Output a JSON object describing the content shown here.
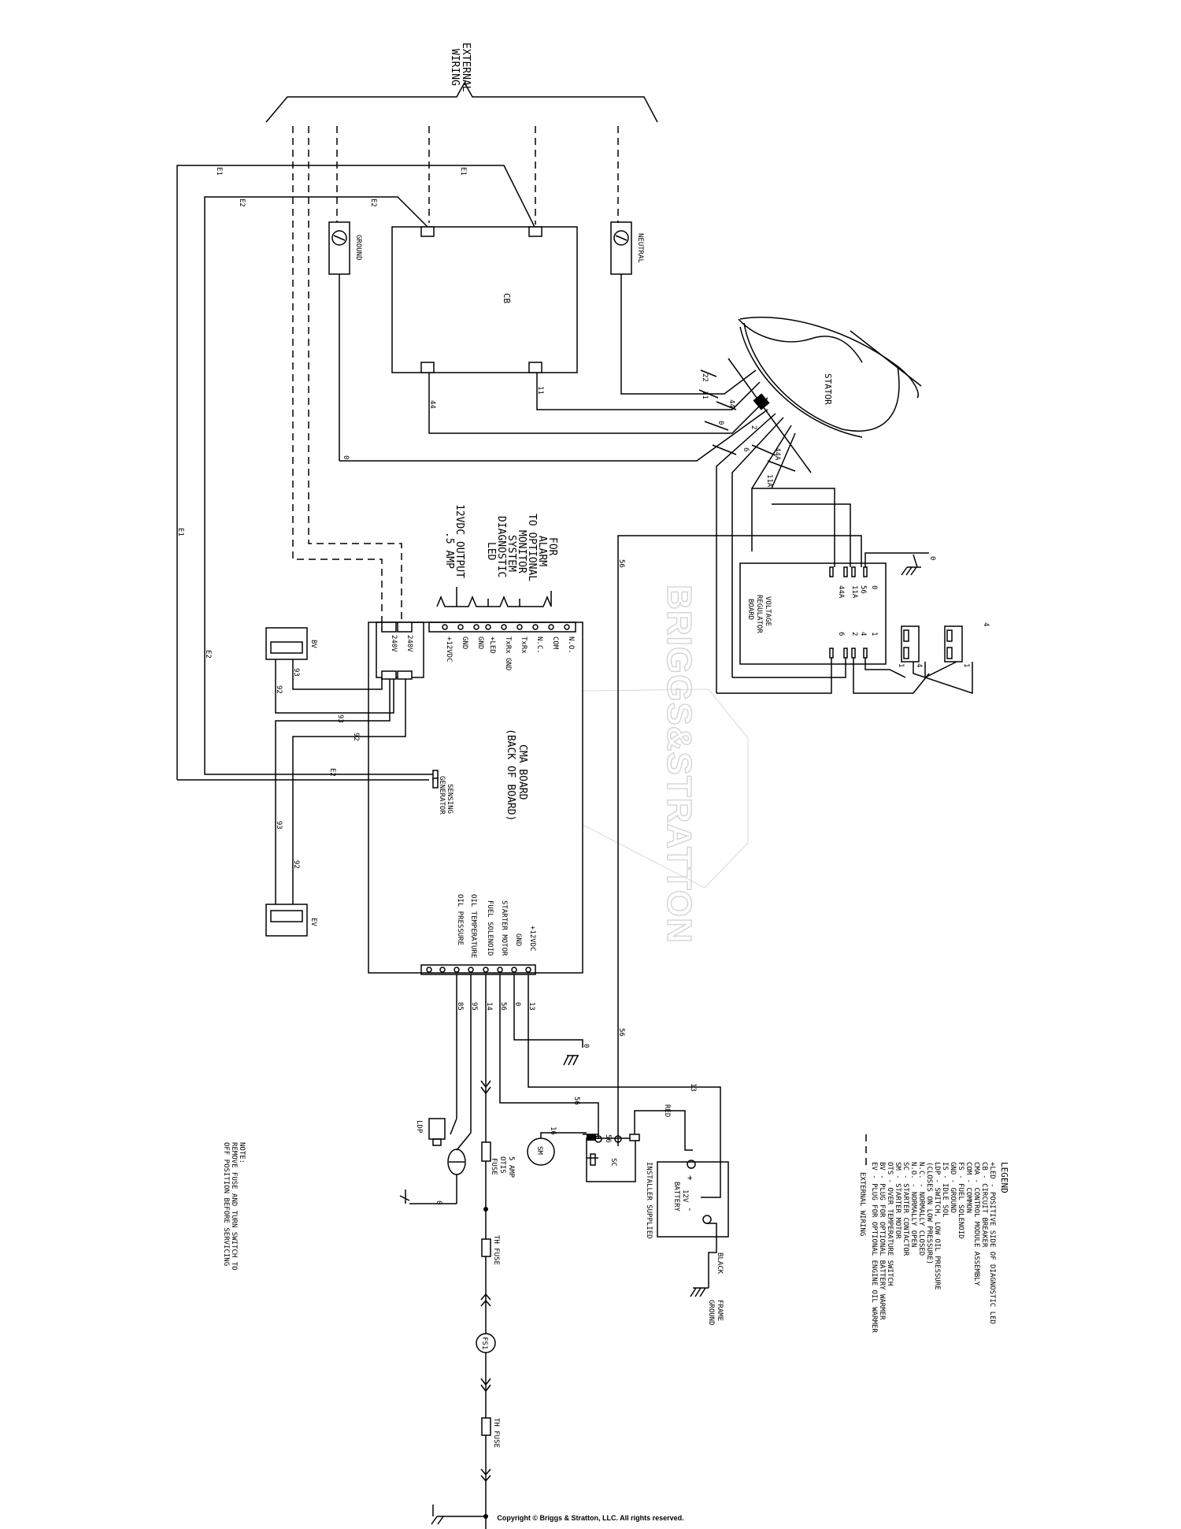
{
  "header": {
    "external_wiring": [
      "EXTERNAL",
      "WIRING"
    ]
  },
  "components": {
    "cb": "CB",
    "stator": "STATOR",
    "ground": "GROUND",
    "neutral": "NEUTRAL",
    "vr_board": [
      "VOLTAGE",
      "REGULATOR",
      "BOARD"
    ],
    "cma_board": [
      "CMA BOARD",
      "(BACK OF BOARD)"
    ],
    "bv": "BV",
    "ev": "EV",
    "generator_sensing": [
      "GENERATOR",
      "SENSING"
    ],
    "sm": "SM",
    "sc": "SC",
    "ldp": "LDP",
    "fs1": "FS1",
    "battery": [
      "12V",
      "BATTERY",
      "INSTALLER SUPPLIED"
    ],
    "battery_plus": "+",
    "battery_minus": "-",
    "fuse_otis": [
      "FUSE",
      "OTIS",
      "5 AMP"
    ],
    "th_fuse": "TH FUSE",
    "red": "RED",
    "black": "BLACK",
    "frame_ground": [
      "FRAME",
      "GROUND"
    ]
  },
  "alarm_note": [
    "FOR",
    "ALARM",
    "TO OPTIONAL",
    "MONITOR",
    "SYSTEM",
    "DIAGNOSTIC",
    "LED",
    "12VDC OUTPUT",
    ".5 AMP"
  ],
  "cma_top_terminals": [
    "+12VDC",
    "GND",
    "GND",
    "+LED",
    "TxRx GND",
    "TxRx",
    "N.C.",
    "COM",
    "N.O."
  ],
  "cma_relay_terminals": [
    "240V",
    "240V"
  ],
  "cma_bottom_terminals": [
    "OIL PRESSURE",
    "OIL TEMPERATURE",
    "FUEL SOLENOID",
    "STARTER MOTOR",
    "GND",
    "+12VDC"
  ],
  "vr_terminals_top": [
    "44A",
    "11A",
    "56",
    "0"
  ],
  "vr_terminals_bottom": [
    "6",
    "2",
    "4",
    "1"
  ],
  "wires": {
    "e1": "E1",
    "e2": "E2",
    "w0": "0",
    "w2": "2",
    "w4": "4",
    "w6": "6",
    "w1": "1",
    "w11": "11",
    "w22": "22",
    "w44": "44",
    "w44a": "44A",
    "w11a": "11A",
    "w56": "56",
    "w13": "13",
    "w14": "14",
    "w85": "85",
    "w95": "95",
    "w92": "92",
    "w93": "93",
    "w16": "16"
  },
  "legend": {
    "title": "LEGEND",
    "items": [
      "+LED  - POSITIVE SIDE OF DIAGNOSTIC LED",
      "CB    - CIRCUIT BREAKER",
      "CMA   - CONTROL MODULE ASSEMBLY",
      "COM   - COMMON",
      "FS    - FUEL SOLENOID",
      "GND   - GROUND",
      "IS    - IDLE SOL",
      "LDP   - SWITCH, LOW OIL PRESSURE",
      "        (CLOSES ON LOW PRESSURE)",
      "N.C.  - NORMALLY CLOSED",
      "N.O.  - NORMALLY OPEN",
      "SC    - STARTER CONTACTOR",
      "SM    - STARTER MOTOR",
      "OTS   - OVER TEMPERATURE SWITCH",
      "BV    - PLUG FOR OPTIONAL BATTERY WARMER",
      "EV    - PLUG FOR OPTIONAL ENGINE OIL WARMER"
    ],
    "external_wiring": "EXTERNAL WIRING"
  },
  "note": [
    "NOTE:",
    "REMOVE FUSE AND TURN SWITCH TO",
    "OFF POSITION BEFORE SERVICING"
  ],
  "watermark": "BRIGGS&STRATTON",
  "copyright": "Copyright © Briggs & Stratton, LLC. All rights reserved."
}
